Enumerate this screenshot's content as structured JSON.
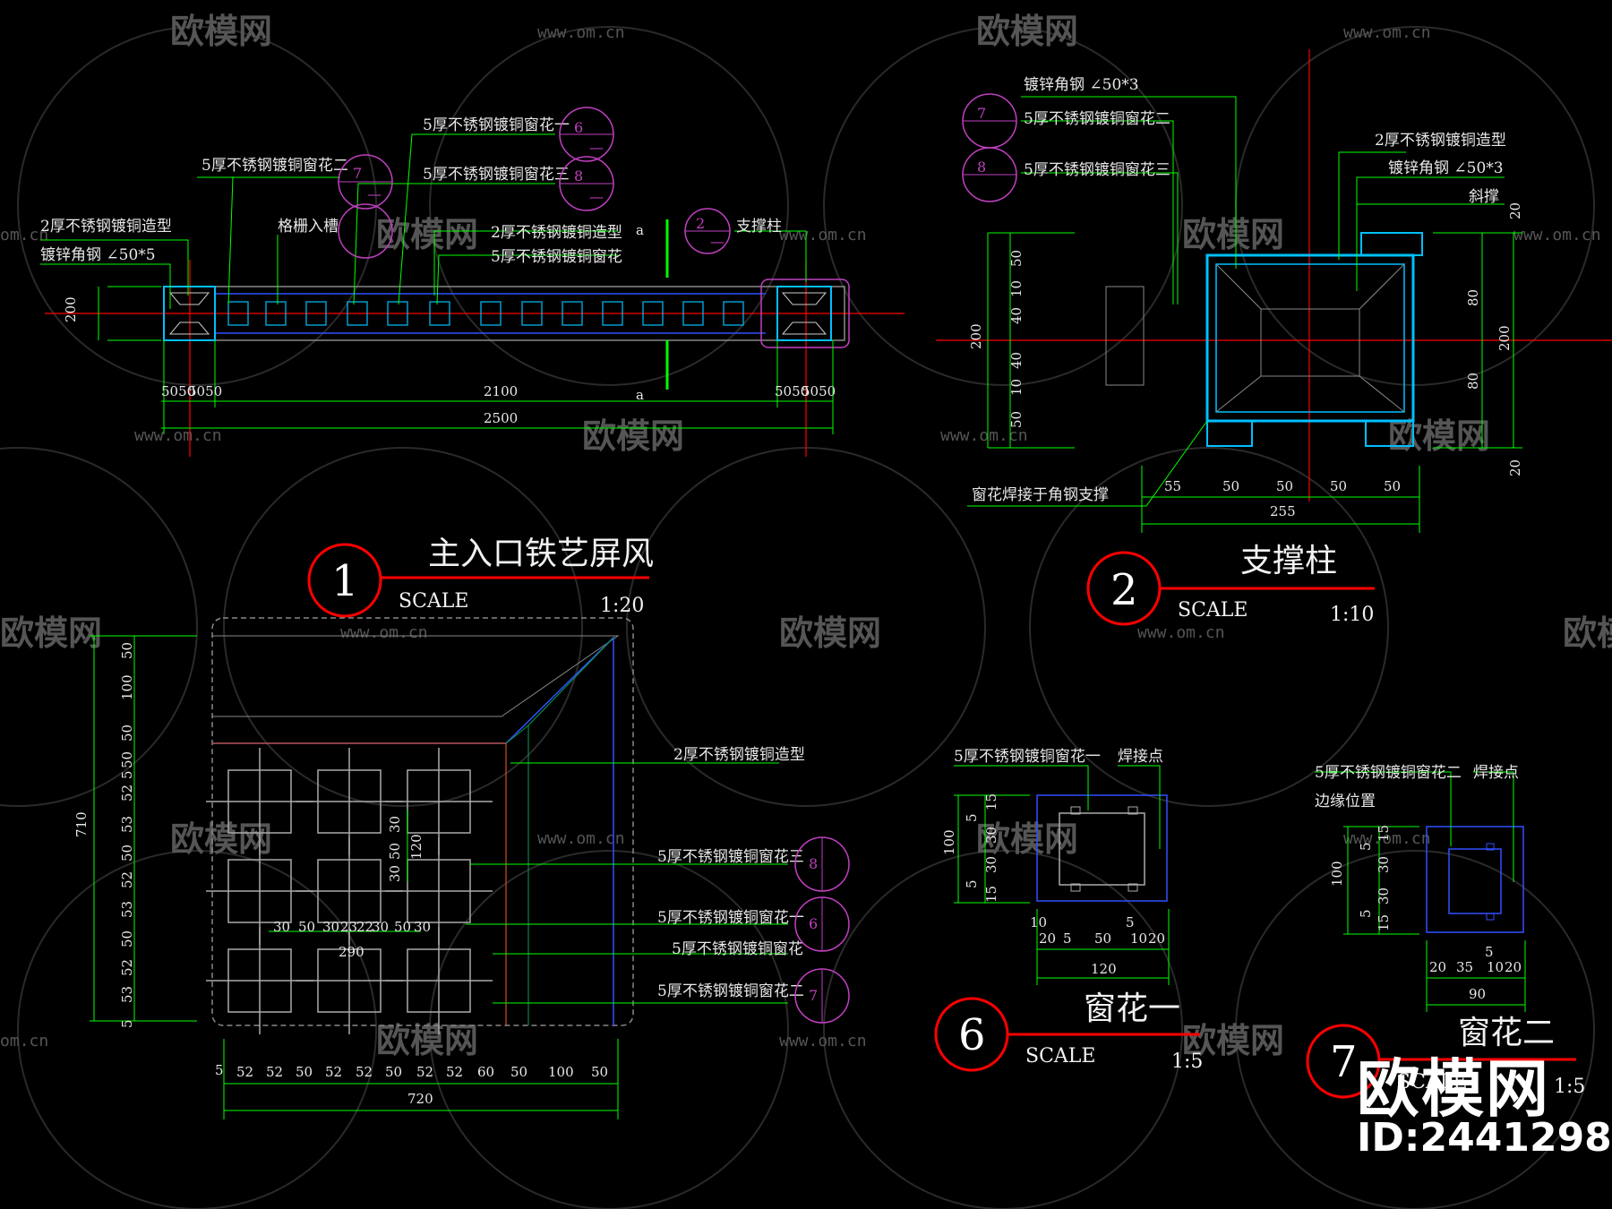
{
  "watermark": {
    "brand": "欧模网",
    "url": "www.om.cn",
    "url_short": "om.cn"
  },
  "bottom_brand": {
    "name": "欧模网",
    "id": "ID:2441298"
  },
  "drawing1": {
    "tag": "1",
    "title": "主入口铁艺屏风",
    "scale_label": "SCALE",
    "scale_value": "1:20",
    "notes": {
      "window3": "5厚不锈钢镀铜窗花一",
      "window2": "5厚不锈钢镀铜窗花二",
      "window4": "5厚不锈钢镀铜窗花三",
      "shape": "2厚不锈钢镀铜造型",
      "angle": "镀锌角钢 ∠50*5",
      "grid": "格栅入槽",
      "shape2": "2厚不锈钢镀铜造型",
      "flower": "5厚不锈钢镀铜窗花",
      "post": "支撑柱"
    },
    "callouts": {
      "a": "6",
      "b": "7",
      "c": "8",
      "d": "2",
      "sheet": "—"
    },
    "cut_mark": "a",
    "dims": {
      "left": [
        "50",
        "50",
        "50",
        "50"
      ],
      "span": "2100",
      "total": "2500",
      "height": "200",
      "side": [
        "50",
        "50",
        "50",
        "50"
      ],
      "side_label": "5050",
      "side_label2": "5050"
    }
  },
  "drawing2": {
    "tag": "2",
    "title": "支撑柱",
    "scale_label": "SCALE",
    "scale_value": "1:10",
    "notes": {
      "angle": "镀锌角钢 ∠50*3",
      "window2": "5厚不锈钢镀铜窗花二",
      "window3": "5厚不锈钢镀铜窗花三",
      "shape": "2厚不锈钢镀铜造型",
      "angle2": "镀锌角钢 ∠50*3",
      "brace": "斜撑",
      "weld": "窗花焊接于角钢支撑"
    },
    "callouts": {
      "a": "7",
      "b": "8"
    },
    "dims_left": [
      "50",
      "10",
      "40",
      "40",
      "10",
      "50"
    ],
    "dims_left_total": "200",
    "dims_right": [
      "20",
      "80",
      "80",
      "20"
    ],
    "dims_right_total": "200",
    "dims_bottom": [
      "55",
      "50",
      "50",
      "50",
      "50"
    ],
    "dims_bottom_total": "255"
  },
  "drawing_elev": {
    "notes": {
      "shape": "2厚不锈钢镀铜造型",
      "window3": "5厚不锈钢镀铜窗花三",
      "window1": "5厚不锈钢镀铜窗花一",
      "flower": "5厚不锈钢镀铜窗花",
      "window2": "5厚不锈钢镀铜窗花二"
    },
    "callouts": {
      "a": "8",
      "b": "6",
      "c": "7"
    },
    "dims_left": [
      "50",
      "100",
      "50",
      "50",
      "5",
      "52",
      "5",
      "53",
      "5",
      "50",
      "5",
      "52",
      "5",
      "53",
      "5",
      "50",
      "5",
      "52",
      "5",
      "53",
      "5"
    ],
    "dims_left_total": "710",
    "dims_inner_v": [
      "30",
      "50",
      "30"
    ],
    "dims_inner_v_total": "120",
    "dims_inner_small": [
      "5",
      "5"
    ],
    "dims_inner_h_top": [
      "5",
      "5",
      "5",
      "5",
      "5"
    ],
    "dims_inner_h": [
      "30",
      "50",
      "30",
      "23",
      "22",
      "30",
      "50",
      "30"
    ],
    "dims_inner_h_total": "290",
    "dims_bottom": [
      "5",
      "52",
      "52",
      "50",
      "52",
      "52",
      "50",
      "52",
      "52",
      "60",
      "50",
      "100",
      "50"
    ],
    "dims_bottom_small": [
      "5",
      "5",
      "5",
      "5",
      "5",
      "5",
      "5"
    ],
    "dims_bottom_total": "720"
  },
  "drawing6": {
    "tag": "6",
    "title": "窗花一",
    "scale_label": "SCALE",
    "scale_value": "1:5",
    "notes": {
      "flower": "5厚不锈钢镀铜窗花一",
      "weld": "焊接点"
    },
    "dims_left": [
      "15",
      "5",
      "30",
      "30",
      "5",
      "15"
    ],
    "dims_left_total": "100",
    "dims_bottom": [
      "20",
      "5",
      "50",
      "10",
      "20"
    ],
    "dims_bottom_top": [
      "10",
      "5"
    ],
    "dims_bottom_total": "120"
  },
  "drawing7": {
    "tag": "7",
    "title": "窗花二",
    "scale_label": "SCALE",
    "scale_value": "1:5",
    "notes": {
      "flower": "5厚不锈钢镀铜窗花二",
      "weld": "焊接点",
      "edge": "边缘位置"
    },
    "dims_left": [
      "15",
      "5",
      "30",
      "30",
      "5",
      "15"
    ],
    "dims_left_total": "100",
    "dims_bottom": [
      "20",
      "35",
      "10",
      "20"
    ],
    "dims_bottom_top": [
      "5"
    ],
    "dims_bottom_total": "90"
  },
  "colors": {
    "bg": "#000000",
    "green": "#00ff00",
    "red": "#ff0000",
    "magenta": "#c040c0",
    "cyan": "#00c0ff",
    "white": "#ffffff",
    "blue": "#3050ff"
  }
}
